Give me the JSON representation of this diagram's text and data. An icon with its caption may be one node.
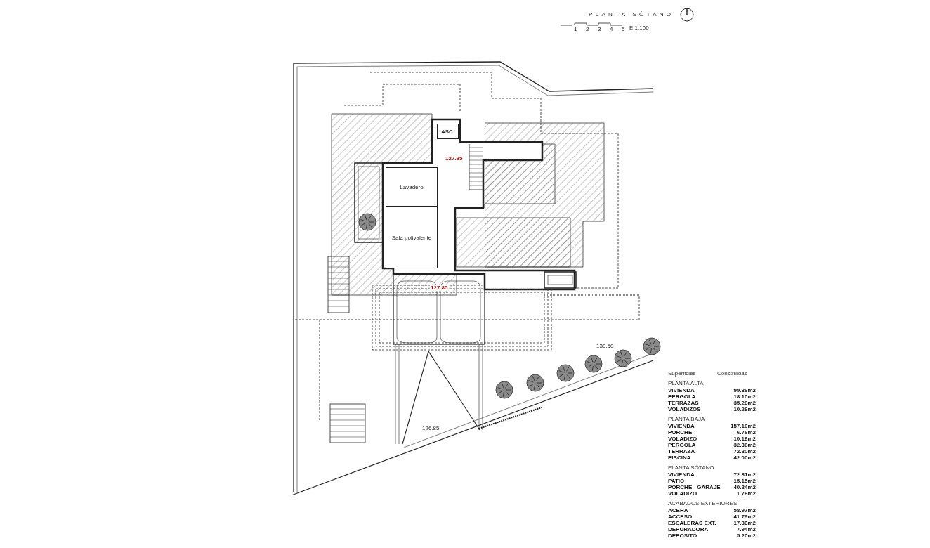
{
  "diagram": {
    "title": "PLANTA SÓTANO",
    "nodes": [
      {
        "text": [
          "ASC."
        ]
      },
      {
        "text": [
          "Lavadero"
        ]
      },
      {
        "text": [
          "Sala polivalente"
        ]
      }
    ],
    "labels": [
      "1",
      "2",
      "3",
      "4",
      "5",
      "E 1:100",
      "127.85",
      "127.85",
      "130.50",
      "126.85",
      "Superficies",
      "Construidas",
      "PLANTA ALTA",
      "VIVIENDA",
      "99.86m2",
      "PERGOLA",
      "18.10m2",
      "TERRAZAS",
      "35.28m2",
      "VOLADIZOS",
      "10.28m2",
      "PLANTA BAJA",
      "VIVIENDA",
      "157.10m2",
      "PORCHE",
      "6.76m2",
      "VOLADIZO",
      "10.18m2",
      "PERGOLA",
      "32.38m2",
      "TERRAZA",
      "72.80m2",
      "PISCINA",
      "42.00m2",
      "PLANTA SÓTANO",
      "VIVIENDA",
      "72.31m2",
      "PATIO",
      "15.15m2",
      "PORCHE - GARAJE",
      "40.84m2",
      "VOLADIZO",
      "1.78m2",
      "ACABADOS EXTERIORES",
      "ACERA",
      "58.97m2",
      "ACCESO",
      "41.79m2",
      "ESCALERAS EXT.",
      "17.38m2",
      "DEPURADORA",
      "7.94m2",
      "DEPOSITO",
      "5.20m2"
    ]
  }
}
